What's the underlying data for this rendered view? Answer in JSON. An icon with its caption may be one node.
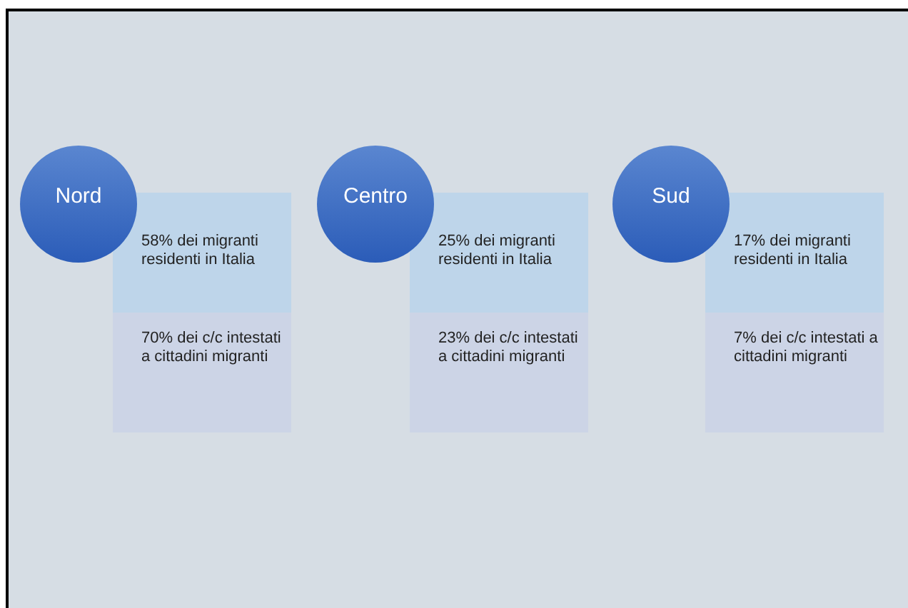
{
  "diagram": {
    "nodes": [
      {
        "text": [
          "Nord"
        ]
      },
      {
        "text": [
          "58% dei migranti residenti in Italia"
        ]
      },
      {
        "text": [
          "70% dei c/c intestati a cittadini migranti"
        ]
      },
      {
        "text": [
          "Centro"
        ]
      },
      {
        "text": [
          "25% dei migranti residenti in Italia"
        ]
      },
      {
        "text": [
          "23% dei c/c intestati a cittadini migranti"
        ]
      },
      {
        "text": [
          "Sud"
        ]
      },
      {
        "text": [
          "17% dei migranti residenti in Italia"
        ]
      },
      {
        "text": [
          "7% dei c/c intestati a cittadini migranti"
        ]
      }
    ]
  }
}
